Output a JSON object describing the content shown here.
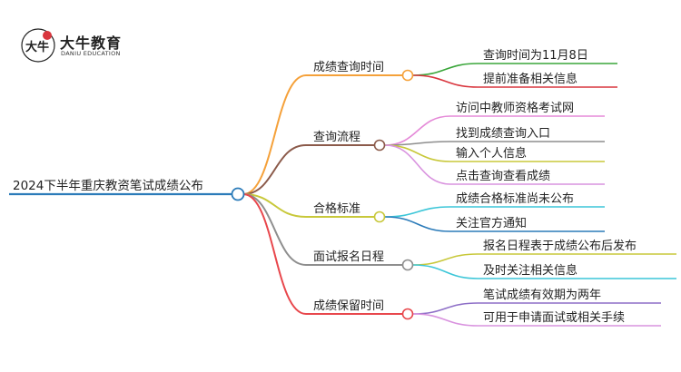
{
  "logo": {
    "title": "大牛教育",
    "subtitle": "DANIU EDUCATION",
    "mark": "大牛"
  },
  "root": {
    "label": "2024下半年重庆教资笔试成绩公布",
    "color": "#2b7bb9"
  },
  "branches": [
    {
      "label": "成绩查询时间",
      "color": "#f5a13a",
      "children": [
        {
          "label": "查询时间为11月8日",
          "color": "#3aa63a"
        },
        {
          "label": "提前准备相关信息",
          "color": "#d9363e"
        }
      ]
    },
    {
      "label": "查询流程",
      "color": "#8b5a4a",
      "children": [
        {
          "label": "访问中教师资格考试网",
          "color": "#e58ad8"
        },
        {
          "label": "找到成绩查询入口",
          "color": "#8e8e8e"
        },
        {
          "label": "输入个人信息",
          "color": "#c8c83a"
        },
        {
          "label": "点击查询查看成绩",
          "color": "#d993df"
        }
      ]
    },
    {
      "label": "合格标准",
      "color": "#c8c83a",
      "children": [
        {
          "label": "成绩合格标准尚未公布",
          "color": "#3cc6d8"
        },
        {
          "label": "关注官方通知",
          "color": "#2b7bb9"
        }
      ]
    },
    {
      "label": "面试报名日程",
      "color": "#8e8e8e",
      "children": [
        {
          "label": "报名日程表于成绩公布后发布",
          "color": "#c8c83a"
        },
        {
          "label": "及时关注相关信息",
          "color": "#3cc6d8"
        }
      ]
    },
    {
      "label": "成绩保留时间",
      "color": "#e8474c",
      "children": [
        {
          "label": "笔试成绩有效期为两年",
          "color": "#8e6fc7"
        },
        {
          "label": "可用于申请面试或相关手续",
          "color": "#d993df"
        }
      ]
    }
  ]
}
